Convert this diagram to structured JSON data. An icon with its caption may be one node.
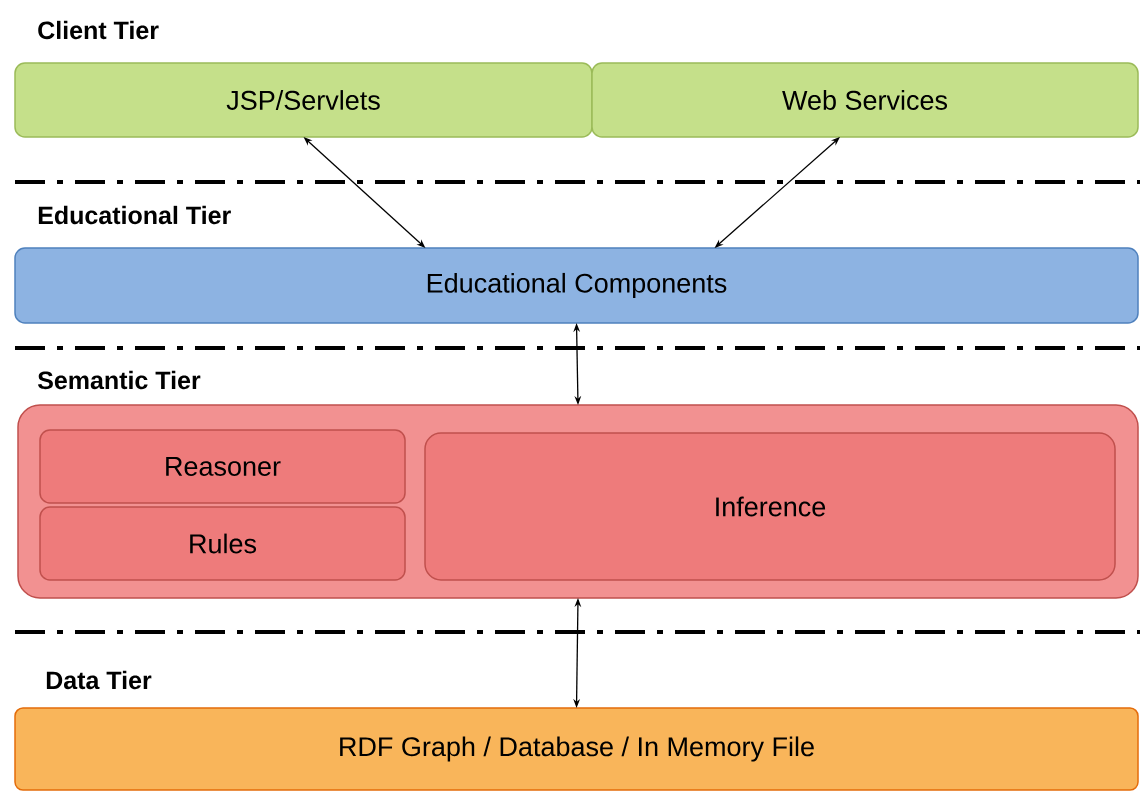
{
  "diagram": {
    "nodes": [
      {
        "text": [
          "JSP/Servlets"
        ]
      },
      {
        "text": [
          "Web Services"
        ]
      },
      {
        "text": [
          "Educational Components"
        ]
      },
      {
        "text": [],
        "shape": "box"
      },
      {
        "text": [
          "Reasoner"
        ],
        "in": 3
      },
      {
        "text": [
          "Rules"
        ],
        "in": 3
      },
      {
        "text": [
          "Inference"
        ],
        "in": 3
      },
      {
        "text": [
          "RDF Graph / Database / In Memory File"
        ]
      }
    ],
    "edges": [
      {
        "from": 0,
        "to": 2,
        "arrow": "both"
      },
      {
        "from": 1,
        "to": 2,
        "arrow": "both"
      },
      {
        "from": 2,
        "to": 3,
        "arrow": "both"
      },
      {
        "from": 3,
        "to": 7,
        "arrow": "both"
      }
    ],
    "labels": [
      "Client Tier",
      "Educational Tier",
      "Semantic Tier",
      "Data Tier"
    ]
  }
}
